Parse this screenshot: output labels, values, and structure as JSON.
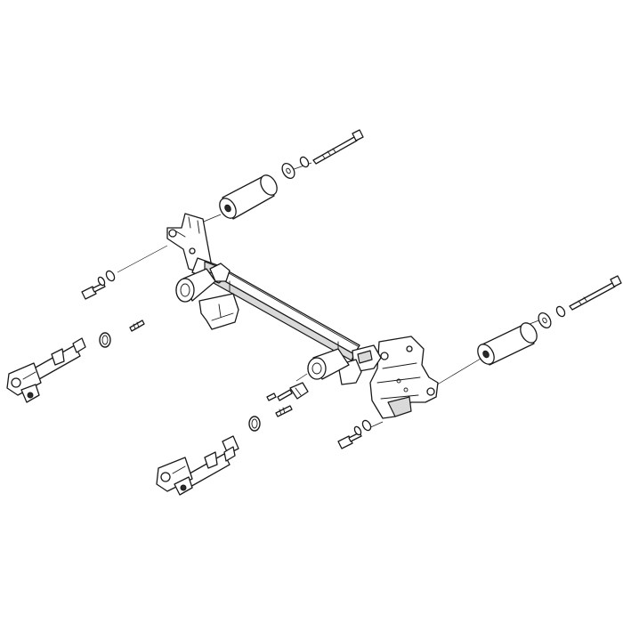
{
  "diagram": {
    "parts": [
      {
        "id": "main-crossbar"
      },
      {
        "id": "left-mounting-bracket"
      },
      {
        "id": "right-mounting-bracket"
      },
      {
        "id": "left-spacer-tube"
      },
      {
        "id": "right-spacer-tube"
      },
      {
        "id": "left-long-bolt"
      },
      {
        "id": "right-long-bolt"
      },
      {
        "id": "left-tab-arm"
      },
      {
        "id": "right-tab-arm"
      },
      {
        "id": "safety-pins"
      },
      {
        "id": "spring-clips"
      },
      {
        "id": "short-bolts-washers"
      }
    ]
  }
}
